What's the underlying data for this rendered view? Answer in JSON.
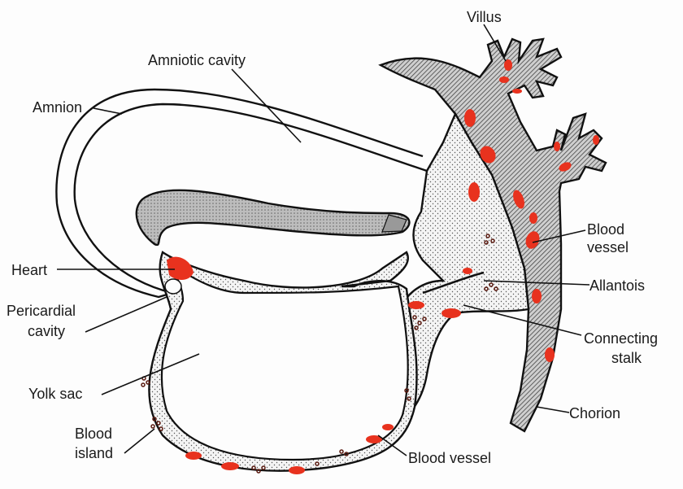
{
  "diagram": {
    "title": "Embryo with extraembryonic membranes",
    "colors": {
      "vessel": "#e8321e",
      "outline": "#111111",
      "mesoderm": "#f2f2f2",
      "chorion_hatch": "#555555"
    },
    "labels": {
      "villus": "Villus",
      "amniotic_cavity": "Amniotic cavity",
      "amnion": "Amnion",
      "blood_vessel_right_1": "Blood",
      "blood_vessel_right_2": "vessel",
      "heart": "Heart",
      "allantois": "Allantois",
      "pericardial_1": "Pericardial",
      "pericardial_2": "cavity",
      "connecting_stalk_1": "Connecting",
      "connecting_stalk_2": "stalk",
      "yolk_sac": "Yolk sac",
      "chorion": "Chorion",
      "blood_island_1": "Blood",
      "blood_island_2": "island",
      "blood_vessel_bottom": "Blood vessel"
    }
  }
}
